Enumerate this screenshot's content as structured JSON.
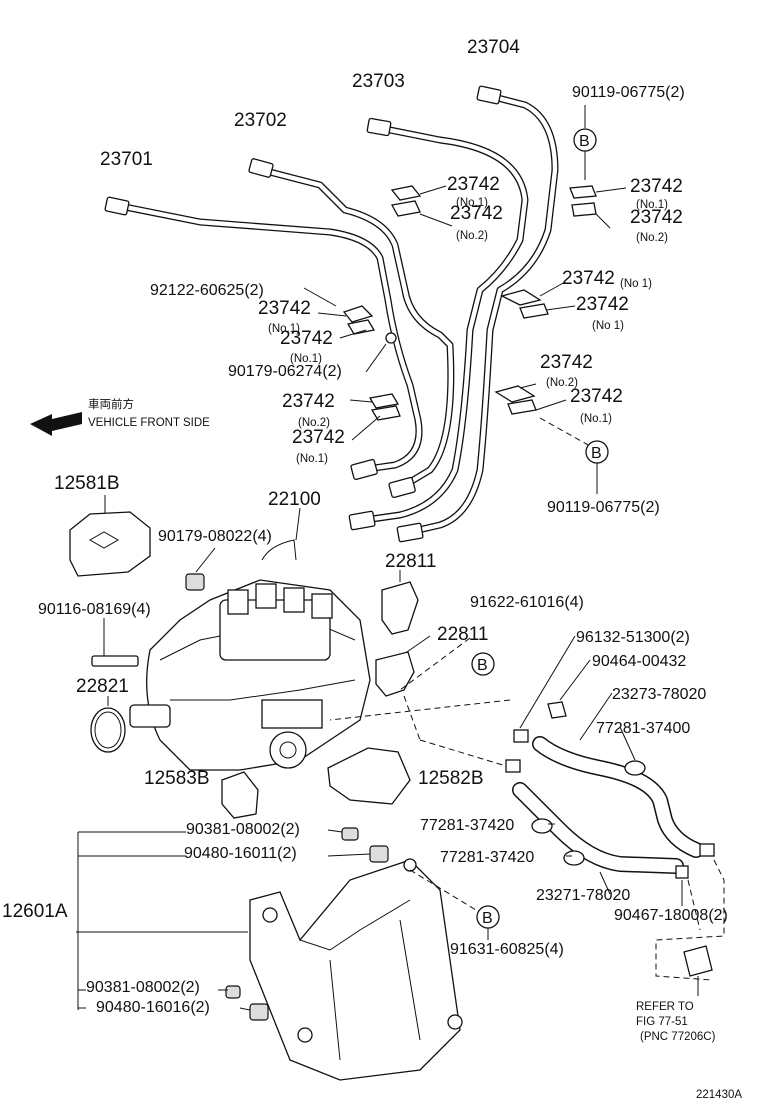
{
  "pipes": {
    "p1": "23701",
    "p2": "23702",
    "p3": "23703",
    "p4": "23704"
  },
  "clamps": {
    "c1": "23742",
    "c1n": "(No.1)",
    "c2": "23742",
    "c2n": "(No.2)",
    "c3": "23742",
    "c3n": "(No.1)",
    "c4": "23742",
    "c4n": "(No.2)",
    "c5": "23742",
    "c5n": "(No 1)",
    "c6": "23742",
    "c6n": "(No 1)",
    "c7": "23742",
    "c7n": "(No.1)",
    "c8": "23742",
    "c8n": "(No.1)",
    "c9": "23742",
    "c9n": "(No.2)",
    "c10": "23742",
    "c10n": "(No.1)",
    "c11": "23742",
    "c11n": "(No.2)",
    "c12": "23742",
    "c12n": "(No.1)"
  },
  "labels": {
    "bolt_top": "90119-06775(2)",
    "bolt_mid": "90119-06775(2)",
    "stud": "92122-60625(2)",
    "nut": "90179-06274(2)",
    "front_jp": "車両前方",
    "front_en": "VEHICLE FRONT SIDE",
    "cover": "12581B",
    "pump": "22100",
    "nut2": "90179-08022(4)",
    "stud2": "90116-08169(4)",
    "oring": "22821",
    "b1": "22811",
    "b2": "22811",
    "bolt3": "91622-61016(4)",
    "hosefit": "96132-51300(2)",
    "clip": "90464-00432",
    "hose1": "23273-78020",
    "clamp1": "77281-37400",
    "clamp2": "77281-37420",
    "clamp3": "77281-37420",
    "hose2": "23271-78020",
    "clip2": "90467-18008(2)",
    "cover2": "12583B",
    "cover3": "12582B",
    "bracket": "12601A",
    "w1": "90381-08002(2)",
    "w2": "90480-16011(2)",
    "w3": "90381-08002(2)",
    "w4": "90480-16016(2)",
    "bolt4": "91631-60825(4)",
    "ref1": "REFER TO",
    "ref2": "FIG 77-51",
    "ref3": "(PNC 77206C)",
    "fig": "221430A",
    "b": "B"
  }
}
